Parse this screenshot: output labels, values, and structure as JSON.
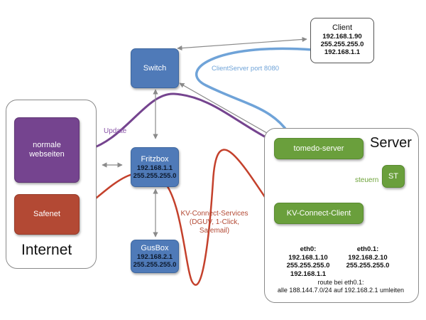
{
  "internet": {
    "title": "Internet",
    "normale_webseiten": "normale\nwebseiten",
    "safenet": "Safenet"
  },
  "server": {
    "title": "Server",
    "tomedo_server": "tomedo-server",
    "kv_connect_client": "KV-Connect-Client",
    "st": "ST",
    "steuern_label": "steuern",
    "eth0_title": "eth0:",
    "eth0_lines": [
      "192.168.1.10",
      "255.255.255.0",
      "192.168.1.1"
    ],
    "eth01_title": "eth0.1:",
    "eth01_lines": [
      "192.168.2.10",
      "255.255.255.0"
    ],
    "route_line1": "route bei eth0.1:",
    "route_line2": "alle 188.144.7.0/24 auf 192.168.2.1 umleiten"
  },
  "switch": {
    "label": "Switch"
  },
  "fritzbox": {
    "label": "Fritzbox",
    "ip": "192.168.1.1",
    "mask": "255.255.255.0"
  },
  "gusbox": {
    "label": "GusBox",
    "ip": "192.168.2.1",
    "mask": "255.255.255.0"
  },
  "client": {
    "label": "Client",
    "lines": [
      "192.168.1.90",
      "255.255.255.0",
      "192.168.1.1"
    ]
  },
  "labels": {
    "clientserver_port": "ClientServer port 8080",
    "update": "Update",
    "kv_services_line1": "KV-Connect-Services",
    "kv_services_line2": "(DGUV, 1-Click, Safemail)"
  },
  "colors": {
    "switch_blue": "#4f7ab8",
    "light_blue_line": "#6fa3d8",
    "purple": "#75448f",
    "red": "#b34934",
    "green": "#6a9f3c",
    "gray_arrow": "#8a8a8a"
  }
}
